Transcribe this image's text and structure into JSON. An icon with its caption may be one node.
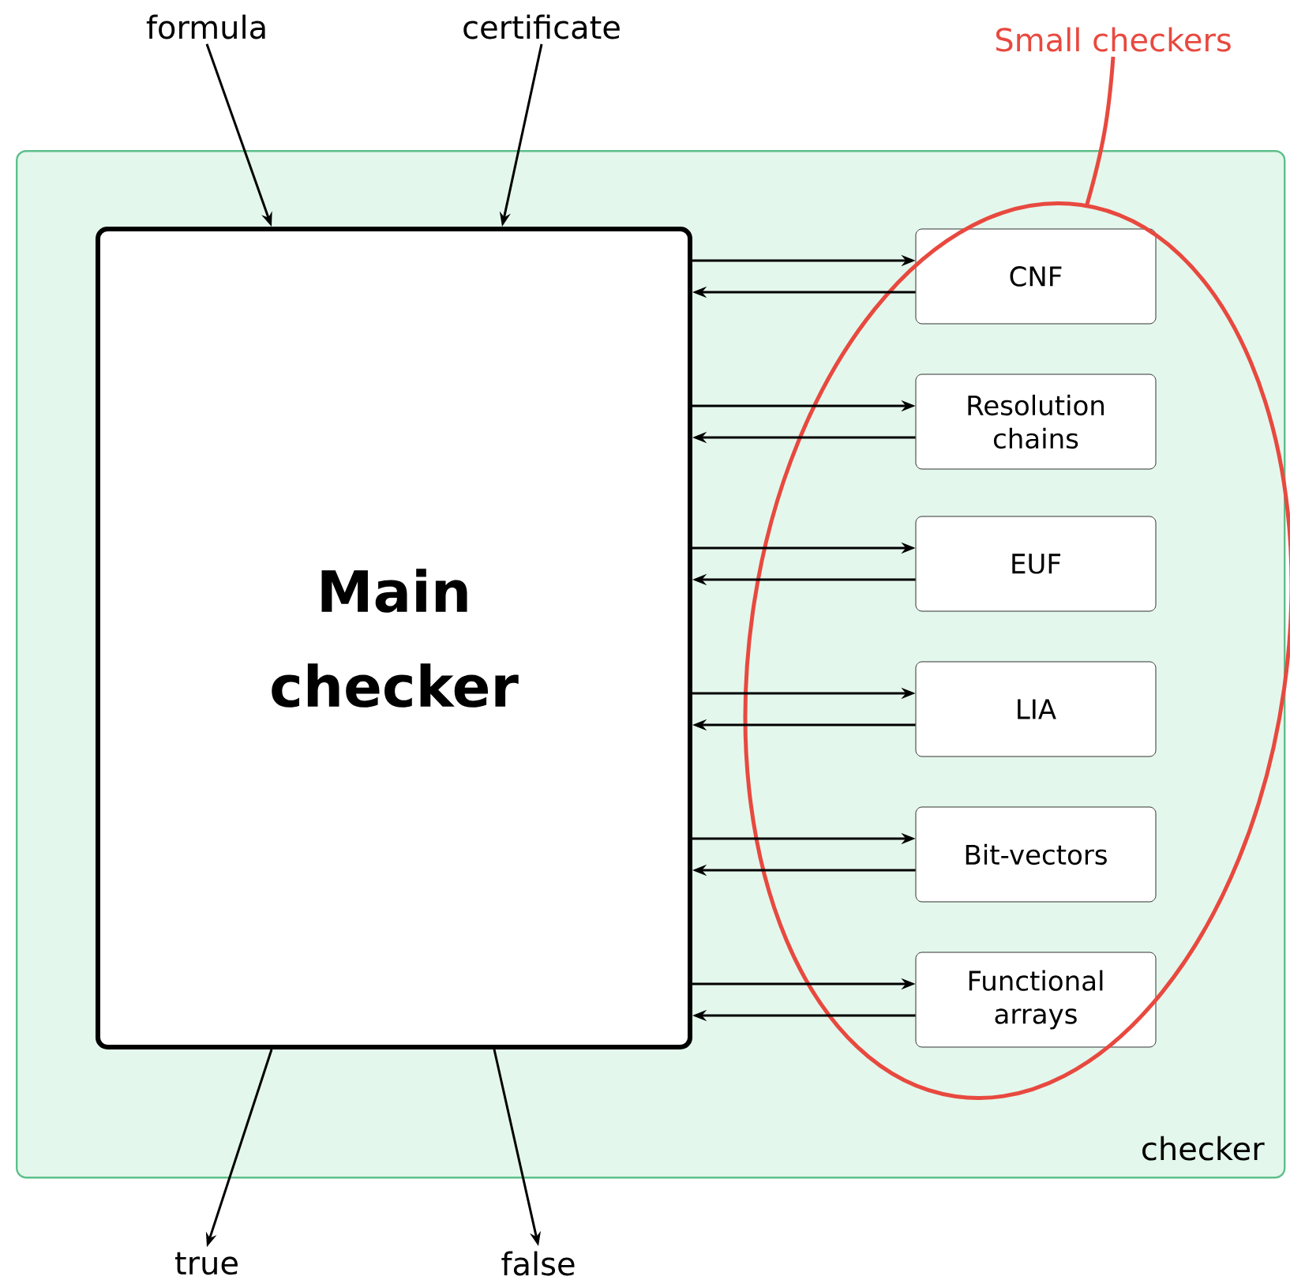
{
  "diagram": {
    "nodes": [
      {
        "text": [
          "checker"
        ]
      },
      {
        "text": [
          "Main checker"
        ],
        "in": 0
      },
      {
        "text": [
          "CNF"
        ],
        "in": 0
      },
      {
        "text": [
          "Resolution chains"
        ],
        "in": 0
      },
      {
        "text": [
          "EUF"
        ],
        "in": 0
      },
      {
        "text": [
          "LIA"
        ],
        "in": 0
      },
      {
        "text": [
          "Bit-vectors"
        ],
        "in": 0
      },
      {
        "text": [
          "Functional arrays"
        ],
        "in": 0
      },
      {
        "text": [
          "formula"
        ]
      },
      {
        "text": [
          "certificate"
        ]
      },
      {
        "text": [
          "true"
        ]
      },
      {
        "text": [
          "false"
        ]
      },
      {
        "text": [
          "Small checkers"
        ]
      }
    ],
    "edges": [
      {
        "from": 8,
        "to": 1,
        "arrow": "to"
      },
      {
        "from": 9,
        "to": 1,
        "arrow": "to"
      },
      {
        "from": 1,
        "to": 10,
        "arrow": "to"
      },
      {
        "from": 1,
        "to": 11,
        "arrow": "to"
      },
      {
        "from": 1,
        "to": 2,
        "arrow": "to"
      },
      {
        "from": 2,
        "to": 1,
        "arrow": "to"
      },
      {
        "from": 1,
        "to": 3,
        "arrow": "to"
      },
      {
        "from": 3,
        "to": 1,
        "arrow": "to"
      },
      {
        "from": 1,
        "to": 4,
        "arrow": "to"
      },
      {
        "from": 4,
        "to": 1,
        "arrow": "to"
      },
      {
        "from": 1,
        "to": 5,
        "arrow": "to"
      },
      {
        "from": 5,
        "to": 1,
        "arrow": "to"
      },
      {
        "from": 1,
        "to": 6,
        "arrow": "to"
      },
      {
        "from": 6,
        "to": 1,
        "arrow": "to"
      },
      {
        "from": 1,
        "to": 7,
        "arrow": "to"
      },
      {
        "from": 7,
        "to": 1,
        "arrow": "to"
      },
      {
        "from": 12,
        "to": null,
        "arrow": "none",
        "color": "#e8493f"
      }
    ]
  }
}
